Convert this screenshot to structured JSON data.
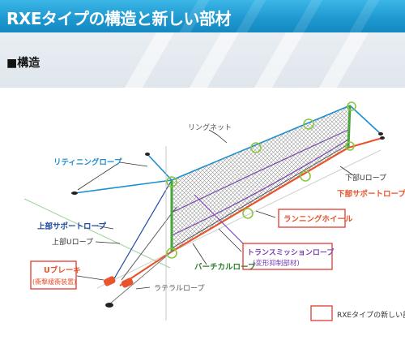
{
  "page": {
    "title": "RXEタイプの構造と新しい部材",
    "section": "■構造"
  },
  "diagram": {
    "labels": {
      "ring_net": "リングネット",
      "retaining_rope": "リティニングロープ",
      "upper_support_rope": "上部サポートロープ",
      "upper_u_rope": "上部Uロープ",
      "lower_u_rope": "下部Uロープ",
      "lower_support_rope": "下部サポートロープ",
      "running_wheel": "ランニングホイール",
      "transmission_rope": "トランスミッションロープ",
      "transmission_rope_sub": "(変形抑制部材)",
      "vertical_rope": "バーチカルロープ",
      "u_brake": "Uブレーキ",
      "u_brake_sub": "(衝撃緩衝装置)",
      "lateral_rope": "ラテラルロープ"
    }
  },
  "legend": {
    "text": "RXEタイプの新しい部材"
  },
  "colors": {
    "header": "#1d97cf",
    "new_member_box": "#e23a2e",
    "post_green": "#46a63a",
    "rope_blue": "#1c8fcf",
    "support_rope_red": "#e8542b",
    "label_navy": "#1f4aa0"
  }
}
